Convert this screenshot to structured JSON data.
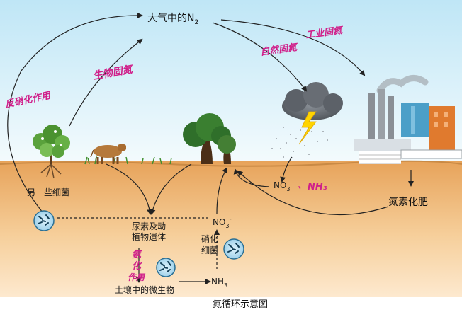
{
  "labels": {
    "atmosphere_n2": "大气中的N",
    "atmosphere_n2_sub": "2",
    "other_bacteria": "另一些细菌",
    "urea_remains_l1": "尿素及动",
    "urea_remains_l2": "植物遗体",
    "nitrifying_l1": "硝化",
    "nitrifying_l2": "细菌",
    "soil_microbes": "土壤中的微生物",
    "nh3": "NH",
    "nh3_sub": "3",
    "no3_main": "NO",
    "no3_main_sub": "3",
    "no3_main_sup": "-",
    "no3_sky": "NO",
    "no3_sky_sub": "3",
    "fertilizer": "氮素化肥",
    "title": "氮循环示意图"
  },
  "handwritten": {
    "biological_fixation": "生物固氮",
    "denitrification": "反硝化作用",
    "lightning_fixation": "自然固氮",
    "industrial_fixation": "工业固氮",
    "nh3_hand": "NH₃",
    "sep": "、",
    "ammonification_1": "氨",
    "ammonification_2": "化",
    "ammonification_3": "作用"
  },
  "colors": {
    "sky_top": "#bfe6f6",
    "sky_bottom": "#f4fbfd",
    "soil_top": "#e7a35a",
    "soil_bottom": "#fde9cf",
    "annotation": "#d0208a"
  }
}
